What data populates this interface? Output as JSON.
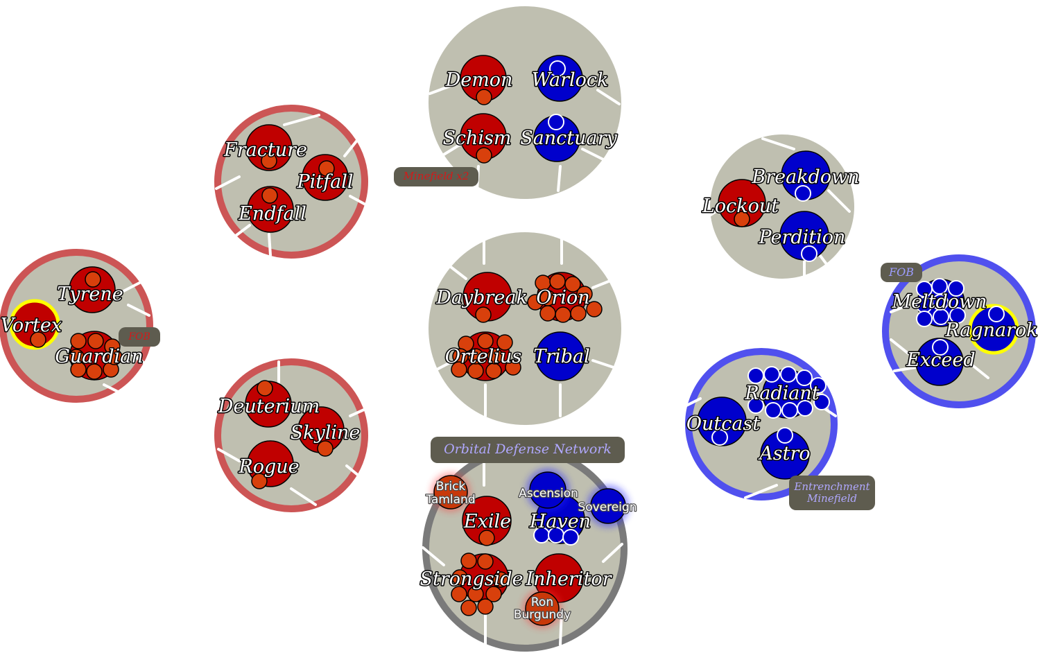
{
  "colors": {
    "system_fill": "#bfbfb0",
    "red_faction": "#c00000",
    "blue_faction": "#0000cc",
    "ship_red": "#d8400c",
    "highlight_yellow": "#ffff00",
    "border_red": "#cc5555",
    "border_blue": "#5050ee",
    "border_gray": "#7a7a7a",
    "tag_bg": "#5e5c4f",
    "tag_red_text": "#d41a1a",
    "tag_blue_text": "#9d9dff"
  },
  "systems": [
    {
      "id": "top-center",
      "border": "none",
      "planets": [
        {
          "name": "Demon",
          "faction": "red",
          "fleet": "1 red"
        },
        {
          "name": "Warlock",
          "faction": "blue",
          "fleet": "1 blue"
        },
        {
          "name": "Schism",
          "faction": "red",
          "fleet": "1 red"
        },
        {
          "name": "Sanctuary",
          "faction": "blue",
          "fleet": "1 blue"
        }
      ]
    },
    {
      "id": "upper-left",
      "border": "red",
      "planets": [
        {
          "name": "Fracture",
          "faction": "red",
          "fleet": "1 red"
        },
        {
          "name": "Pitfall",
          "faction": "red",
          "fleet": "1 red"
        },
        {
          "name": "Endfall",
          "faction": "red",
          "fleet": "1 red"
        }
      ]
    },
    {
      "id": "far-left",
      "border": "red",
      "planets": [
        {
          "name": "Tyrene",
          "faction": "red",
          "fleet": "1 red"
        },
        {
          "name": "Vortex",
          "faction": "red",
          "fleet": "1 red",
          "highlight": "yellow"
        },
        {
          "name": "Guardian",
          "faction": "red",
          "fleet": "8 red"
        }
      ]
    },
    {
      "id": "lower-left",
      "border": "red",
      "planets": [
        {
          "name": "Deuterium",
          "faction": "red",
          "fleet": "1 red"
        },
        {
          "name": "Skyline",
          "faction": "red",
          "fleet": "1 red"
        },
        {
          "name": "Rogue",
          "faction": "red",
          "fleet": "1 red"
        }
      ]
    },
    {
      "id": "center",
      "border": "none",
      "planets": [
        {
          "name": "Daybreak",
          "faction": "red",
          "fleet": "1 red"
        },
        {
          "name": "Orion",
          "faction": "red",
          "fleet": "10 red"
        },
        {
          "name": "Ortelius",
          "faction": "red",
          "fleet": "10 red"
        },
        {
          "name": "Tribal",
          "faction": "blue",
          "fleet": "0"
        }
      ]
    },
    {
      "id": "bottom-center",
      "border": "gray",
      "planets": [
        {
          "name": "Exile",
          "faction": "red",
          "fleet": "1 red"
        },
        {
          "name": "Haven",
          "faction": "blue",
          "fleet": "3 blue"
        },
        {
          "name": "Strongside",
          "faction": "red",
          "fleet": "9 red"
        },
        {
          "name": "Inheritor",
          "faction": "red",
          "fleet": "1 red"
        }
      ],
      "heroes": [
        {
          "name_line1": "Brick",
          "name_line2": "Tamland",
          "faction": "red"
        },
        {
          "name_line1": "Ascension",
          "name_line2": "",
          "faction": "blue"
        },
        {
          "name_line1": "Sovereign",
          "name_line2": "",
          "faction": "blue"
        },
        {
          "name_line1": "Ron",
          "name_line2": "Burgundy",
          "faction": "red"
        }
      ]
    },
    {
      "id": "upper-right",
      "border": "none",
      "planets": [
        {
          "name": "Breakdown",
          "faction": "blue",
          "fleet": "1 blue"
        },
        {
          "name": "Lockout",
          "faction": "red",
          "fleet": "1 red"
        },
        {
          "name": "Perdition",
          "faction": "blue",
          "fleet": "1 blue"
        }
      ]
    },
    {
      "id": "lower-right",
      "border": "blue",
      "planets": [
        {
          "name": "Radiant",
          "faction": "blue",
          "fleet": "10 blue"
        },
        {
          "name": "Outcast",
          "faction": "blue",
          "fleet": "1 blue"
        },
        {
          "name": "Astro",
          "faction": "blue",
          "fleet": "1 blue"
        }
      ]
    },
    {
      "id": "far-right",
      "border": "blue",
      "planets": [
        {
          "name": "Meltdown",
          "faction": "blue",
          "fleet": "8 blue"
        },
        {
          "name": "Ragnarok",
          "faction": "blue",
          "fleet": "1 blue",
          "highlight": "yellow"
        },
        {
          "name": "Exceed",
          "faction": "blue",
          "fleet": "1 blue"
        }
      ]
    }
  ],
  "labels": {
    "Demon": "Demon",
    "Warlock": "Warlock",
    "Schism": "Schism",
    "Sanctuary": "Sanctuary",
    "Fracture": "Fracture",
    "Pitfall": "Pitfall",
    "Endfall": "Endfall",
    "Tyrene": "Tyrene",
    "Vortex": "Vortex",
    "Guardian": "Guardian",
    "Deuterium": "Deuterium",
    "Skyline": "Skyline",
    "Rogue": "Rogue",
    "Daybreak": "Daybreak",
    "Orion": "Orion",
    "Ortelius": "Ortelius",
    "Tribal": "Tribal",
    "Exile": "Exile",
    "Haven": "Haven",
    "Strongside": "Strongside",
    "Inheritor": "Inheritor",
    "Breakdown": "Breakdown",
    "Lockout": "Lockout",
    "Perdition": "Perdition",
    "Radiant": "Radiant",
    "Outcast": "Outcast",
    "Astro": "Astro",
    "Meltdown": "Meltdown",
    "Ragnarok": "Ragnarok",
    "Exceed": "Exceed"
  },
  "heroes": {
    "brick_1": "Brick",
    "brick_2": "Tamland",
    "ascension": "Ascension",
    "sovereign": "Sovereign",
    "ron_1": "Ron",
    "ron_2": "Burgundy"
  },
  "tags": {
    "minefield_x2": "Minefield x2",
    "fob_red": "FOB",
    "fob_blue": "FOB",
    "orbital_defense": "Orbital Defense Network",
    "entrenchment_1": "Entrenchment",
    "entrenchment_2": "Minefield"
  }
}
